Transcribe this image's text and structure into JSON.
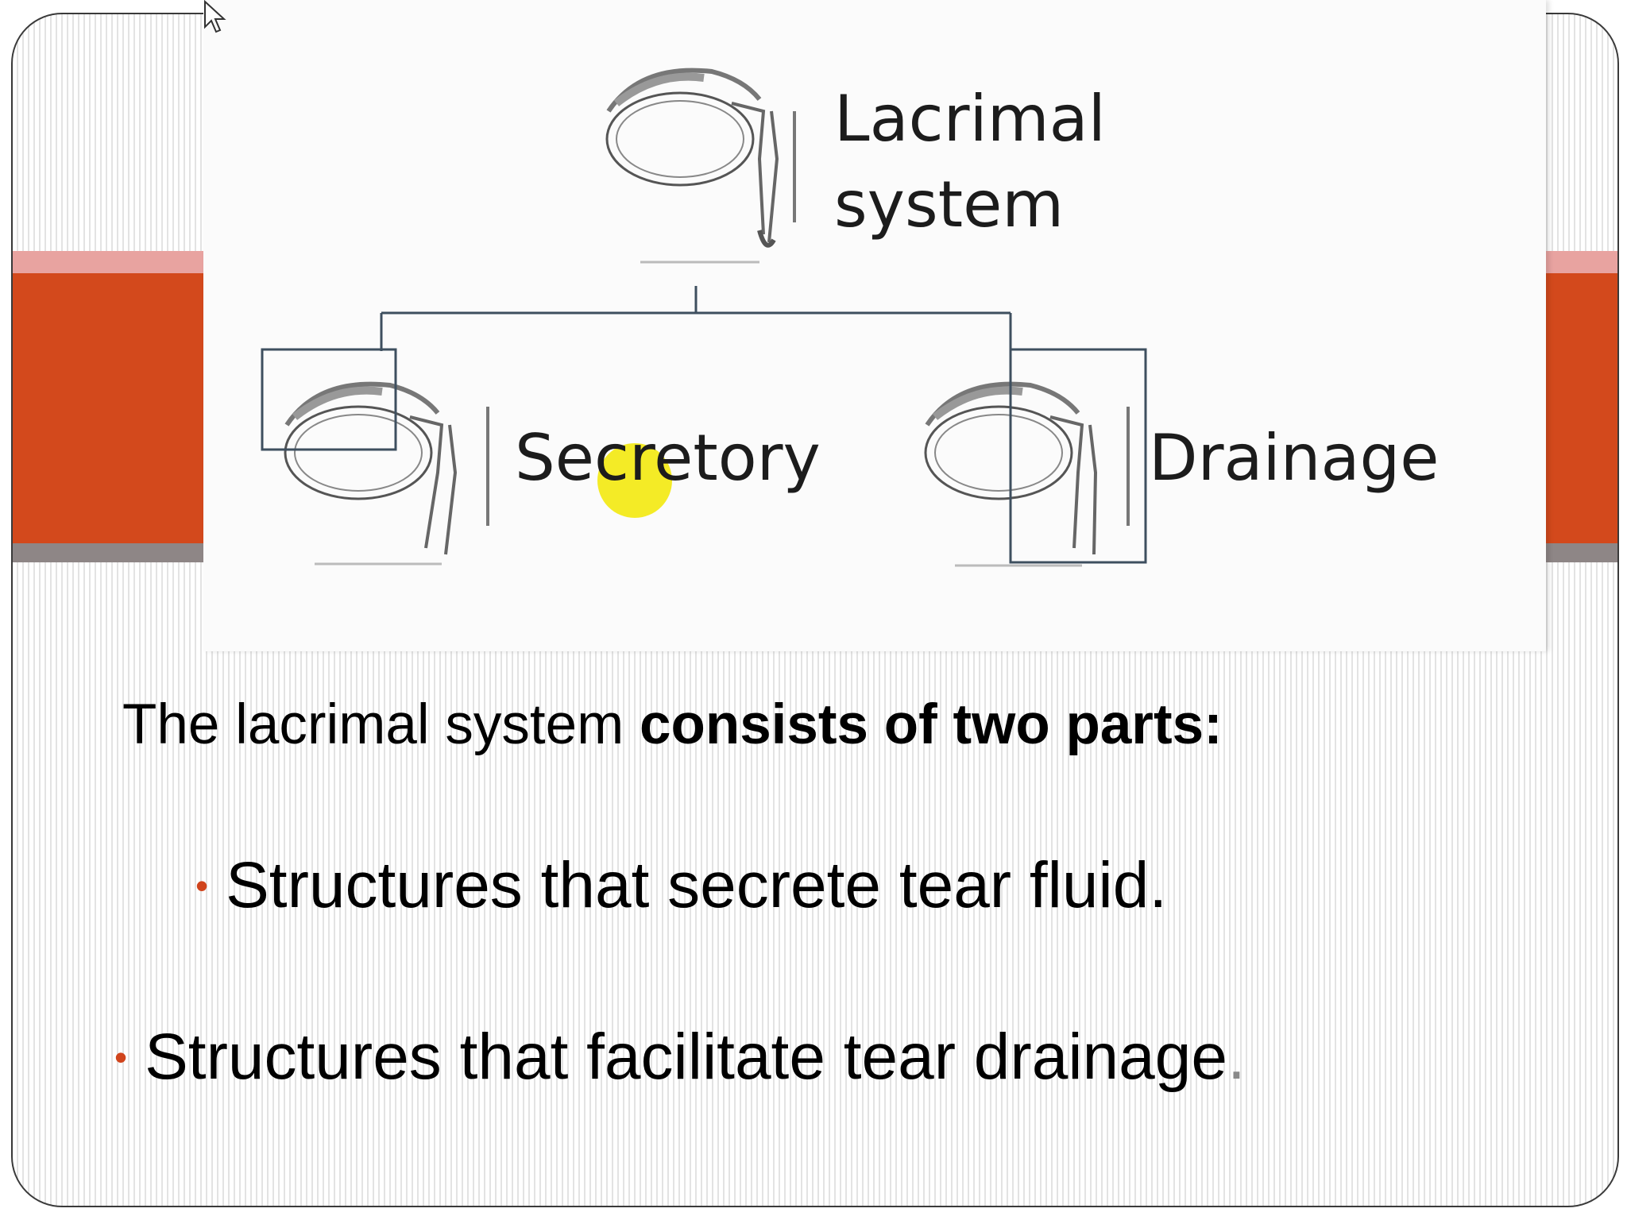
{
  "slide": {
    "colors": {
      "accent_orange": "#d3491c",
      "accent_pink": "#e8a3a0",
      "accent_gray": "#8e8686",
      "bullet": "#d0441c"
    }
  },
  "diagram": {
    "root_label_line1": "Lacrimal",
    "root_label_line2": "system",
    "left_label": "Secretory",
    "right_label": "Drainage",
    "icons": [
      "eye-anatomy-icon",
      "cursor-icon"
    ]
  },
  "content": {
    "intro_plain": "The lacrimal system ",
    "intro_bold": "consists of two parts:",
    "bullets": [
      {
        "text": "Structures that secrete tear fluid."
      },
      {
        "text": "Structures that facilitate tear drainage",
        "trailing": "."
      }
    ]
  }
}
